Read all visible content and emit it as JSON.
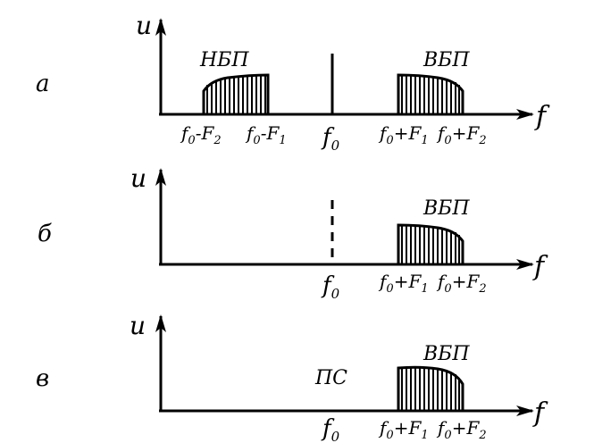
{
  "panels": [
    {
      "id": "a",
      "row_label": "а",
      "y_label": "u",
      "x_label": "f",
      "bands": [
        {
          "name": "НБП"
        },
        {
          "name": "ВБП"
        }
      ],
      "carrier": {
        "style": "solid",
        "label": ""
      },
      "ticks": [
        {
          "base": "f",
          "sub0": "0",
          "op": "-",
          "F": "F",
          "subF": "2"
        },
        {
          "base": "f",
          "sub0": "0",
          "op": "-",
          "F": "F",
          "subF": "1"
        },
        {
          "base": "f",
          "sub0": "0",
          "op": "",
          "F": "",
          "subF": ""
        },
        {
          "base": "f",
          "sub0": "0",
          "op": "+",
          "F": "F",
          "subF": "1"
        },
        {
          "base": "f",
          "sub0": "0",
          "op": "+",
          "F": "F",
          "subF": "2"
        }
      ]
    },
    {
      "id": "b",
      "row_label": "б",
      "y_label": "u",
      "x_label": "f",
      "bands": [
        {
          "name": "ВБП"
        }
      ],
      "carrier": {
        "style": "dashed",
        "label": ""
      },
      "ticks": [
        {
          "base": "f",
          "sub0": "0",
          "op": "",
          "F": "",
          "subF": ""
        },
        {
          "base": "f",
          "sub0": "0",
          "op": "+",
          "F": "F",
          "subF": "1"
        },
        {
          "base": "f",
          "sub0": "0",
          "op": "+",
          "F": "F",
          "subF": "2"
        }
      ]
    },
    {
      "id": "v",
      "row_label": "в",
      "y_label": "u",
      "x_label": "f",
      "bands": [
        {
          "name": "ВБП"
        }
      ],
      "carrier": {
        "style": "none",
        "label": "ПС"
      },
      "ticks": [
        {
          "base": "f",
          "sub0": "0",
          "op": "",
          "F": "",
          "subF": ""
        },
        {
          "base": "f",
          "sub0": "0",
          "op": "+",
          "F": "F",
          "subF": "1"
        },
        {
          "base": "f",
          "sub0": "0",
          "op": "+",
          "F": "F",
          "subF": "2"
        }
      ]
    }
  ]
}
